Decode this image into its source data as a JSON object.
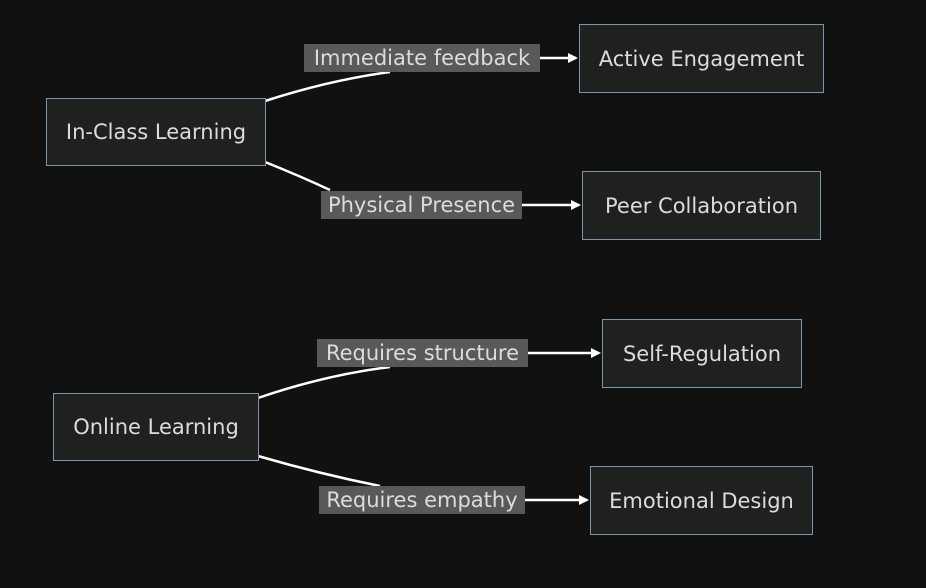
{
  "diagram": {
    "nodes": {
      "in_class": "In-Class Learning",
      "active": "Active Engagement",
      "peer": "Peer Collaboration",
      "online": "Online Learning",
      "self_reg": "Self-Regulation",
      "emotional": "Emotional Design"
    },
    "edges": [
      {
        "from": "in_class",
        "to": "active",
        "label": "Immediate feedback"
      },
      {
        "from": "in_class",
        "to": "peer",
        "label": "Physical Presence"
      },
      {
        "from": "online",
        "to": "self_reg",
        "label": "Requires structure"
      },
      {
        "from": "online",
        "to": "emotional",
        "label": "Requires empathy"
      }
    ],
    "colors": {
      "background": "#111112",
      "node_fill": "#1f2020",
      "node_border": "#7b95ae",
      "edge": "#ffffff",
      "label_fill": "#58595a",
      "text": "#dcdcdc"
    }
  }
}
